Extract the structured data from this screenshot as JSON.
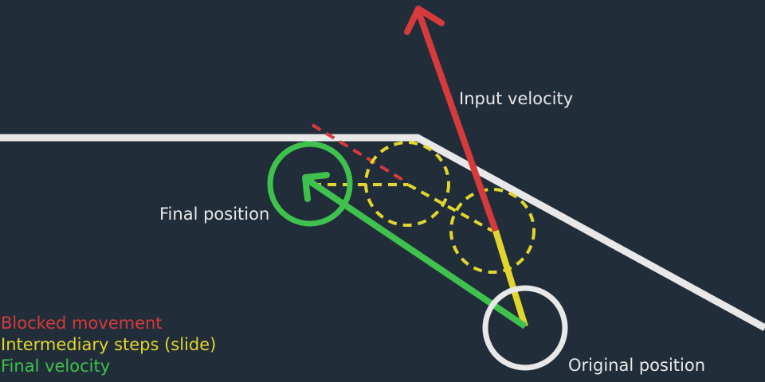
{
  "labels": {
    "input_velocity": "Input velocity",
    "final_position": "Final position",
    "original_position": "Original position"
  },
  "legend": {
    "blocked": "Blocked movement",
    "intermediary": "Intermediary steps (slide)",
    "final": "Final velocity"
  },
  "colors": {
    "background": "#222d3a",
    "wall": "#e8e8e8",
    "blocked": "#d63a3a",
    "intermediary": "#e2d62e",
    "final": "#3fc24d",
    "text": "#e8e8e8"
  }
}
